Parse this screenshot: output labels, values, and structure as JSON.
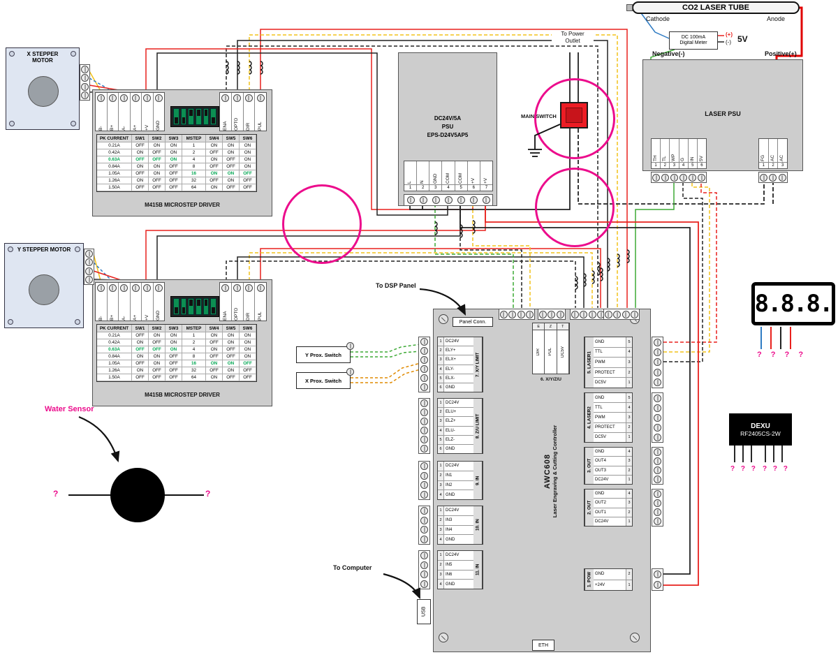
{
  "laser_tube": {
    "label": "CO2 LASER TUBE",
    "cathode": "Cathode",
    "anode": "Anode"
  },
  "meter": {
    "line1": "DC 100mA",
    "line2": "Digital Meter",
    "plus": "(+)",
    "minus": "(-)",
    "five_v": "5V"
  },
  "laser_psu": {
    "label": "LASER PSU",
    "negative": "Negative(-)",
    "positive": "Positive(+)",
    "ctrl_pins": [
      "TH",
      "TL",
      "WP",
      "G",
      "IN",
      "5V"
    ],
    "ctrl_nums": [
      "1",
      "2",
      "3",
      "4",
      "5",
      "6"
    ],
    "ac_pins": [
      "FG",
      "AC",
      "AC"
    ],
    "ac_nums": [
      "1",
      "2",
      "3"
    ]
  },
  "x_motor": {
    "l1": "X STEPPER",
    "l2": "MOTOR"
  },
  "y_motor": {
    "label": "Y STEPPER MOTOR"
  },
  "driver": {
    "name": "M415B MICROSTEP DRIVER",
    "left_pins": [
      "B-",
      "B+",
      "A-",
      "A+",
      "+V",
      "GND"
    ],
    "right_pins": [
      "ENA",
      "OPTO",
      "DIR",
      "PUL"
    ],
    "dip": [
      0,
      0,
      1,
      1,
      1,
      0
    ],
    "table": {
      "headers": [
        "PK CURRENT",
        "SW1",
        "SW2",
        "SW3",
        "MSTEP",
        "SW4",
        "SW5",
        "SW6"
      ],
      "rows": [
        [
          "0.21A",
          "OFF",
          "ON",
          "ON",
          "1",
          "ON",
          "ON",
          "ON"
        ],
        [
          "0.42A",
          "ON",
          "OFF",
          "ON",
          "2",
          "OFF",
          "ON",
          "ON"
        ],
        [
          "0.63A",
          "OFF",
          "OFF",
          "ON",
          "4",
          "ON",
          "OFF",
          "ON"
        ],
        [
          "0.84A",
          "ON",
          "ON",
          "OFF",
          "8",
          "OFF",
          "OFF",
          "ON"
        ],
        [
          "1.05A",
          "OFF",
          "ON",
          "OFF",
          "16",
          "ON",
          "ON",
          "OFF"
        ],
        [
          "1.26A",
          "ON",
          "OFF",
          "OFF",
          "32",
          "OFF",
          "ON",
          "OFF"
        ],
        [
          "1.50A",
          "OFF",
          "OFF",
          "OFF",
          "64",
          "ON",
          "OFF",
          "OFF"
        ]
      ],
      "highlight_current_row": 2,
      "highlight_mstep_row": 4
    }
  },
  "dc_psu": {
    "line1": "DC24V/5A",
    "line2": "PSU",
    "line3": "EPS-D24V5AP5",
    "pins": [
      "L",
      "N",
      "GND",
      "COM",
      "COM",
      "+V",
      "+V"
    ],
    "nums": [
      "1",
      "2",
      "3",
      "4",
      "5",
      "6",
      "7"
    ]
  },
  "main_switch": {
    "label": "MAIN SWITCH",
    "outlet_l1": "To Power",
    "outlet_l2": "Outlet"
  },
  "controller": {
    "name": "AWC608",
    "subtitle": "Laser Engraving & Cutting Controller",
    "panel_conn": "Panel Conn.",
    "usb": "USB",
    "eth": "ETH",
    "left_blocks": [
      {
        "label": "7. X/Y LIMIT",
        "nums": [
          "1",
          "2",
          "3",
          "4",
          "5",
          "6"
        ],
        "pins": [
          "DC24V",
          "ELY+",
          "ELX+",
          "ELY-",
          "ELX-",
          "GND"
        ]
      },
      {
        "label": "8. Z/U LIMIT",
        "nums": [
          "1",
          "2",
          "3",
          "4",
          "5",
          "6"
        ],
        "pins": [
          "DC24V",
          "ELU+",
          "ELZ+",
          "ELU-",
          "ELZ-",
          "GND"
        ]
      },
      {
        "label": "9. IN",
        "nums": [
          "1",
          "2",
          "3",
          "4"
        ],
        "pins": [
          "DC24V",
          "IN1",
          "IN2",
          "GND"
        ]
      },
      {
        "label": "10. IN",
        "nums": [
          "1",
          "2",
          "3",
          "4"
        ],
        "pins": [
          "DC24V",
          "IN3",
          "IN4",
          "GND"
        ]
      },
      {
        "label": "11. IN",
        "nums": [
          "1",
          "2",
          "3",
          "4"
        ],
        "pins": [
          "DC24V",
          "IN5",
          "IN6",
          "GND"
        ]
      }
    ],
    "axis_block": {
      "label": "6. X/Y/Z/U",
      "top": [
        "E",
        "Z",
        "T"
      ],
      "pins": [
        "DIR",
        "PUL",
        "DC5V"
      ]
    },
    "right_blocks": [
      {
        "label": "5. LASER1",
        "nums": [
          "5",
          "4",
          "3",
          "2",
          "1"
        ],
        "pins": [
          "GND",
          "TTL",
          "PWM",
          "PROTECT",
          "DC5V"
        ]
      },
      {
        "label": "4. LASER2",
        "nums": [
          "5",
          "4",
          "3",
          "2",
          "1"
        ],
        "pins": [
          "GND",
          "TTL",
          "PWM",
          "PROTECT",
          "DC5V"
        ]
      },
      {
        "label": "3. OUT",
        "nums": [
          "4",
          "3",
          "2",
          "1"
        ],
        "pins": [
          "GND",
          "OUT4",
          "OUT3",
          "DC24V"
        ]
      },
      {
        "label": "2. OUT",
        "nums": [
          "4",
          "3",
          "2",
          "1"
        ],
        "pins": [
          "GND",
          "OUT2",
          "OUT1",
          "DC24V"
        ]
      },
      {
        "label": "1. POW",
        "nums": [
          "2",
          "1"
        ],
        "pins": [
          "GND",
          "+24V"
        ]
      }
    ]
  },
  "prox": {
    "y": "Y Prox. Switch",
    "x": "X Prox. Switch"
  },
  "annotations": {
    "to_dsp": "To DSP Panel",
    "to_computer": "To Computer",
    "water_sensor": "Water Sensor",
    "q": "?"
  },
  "display": {
    "value": "8.8.8.",
    "unknowns": "? ? ? ?"
  },
  "dexu": {
    "line1": "DEXU",
    "line2": "RF2405CS-2W",
    "unknowns_left": "? ? ?",
    "unknowns_right": "? ? ?"
  },
  "colors": {
    "pink": "#ec0c8c",
    "green": "#3daa35",
    "red": "#e8211d",
    "yellow": "#f2c21a",
    "blue": "#2f7bc3",
    "orange": "#e08a00",
    "black": "#222222"
  }
}
